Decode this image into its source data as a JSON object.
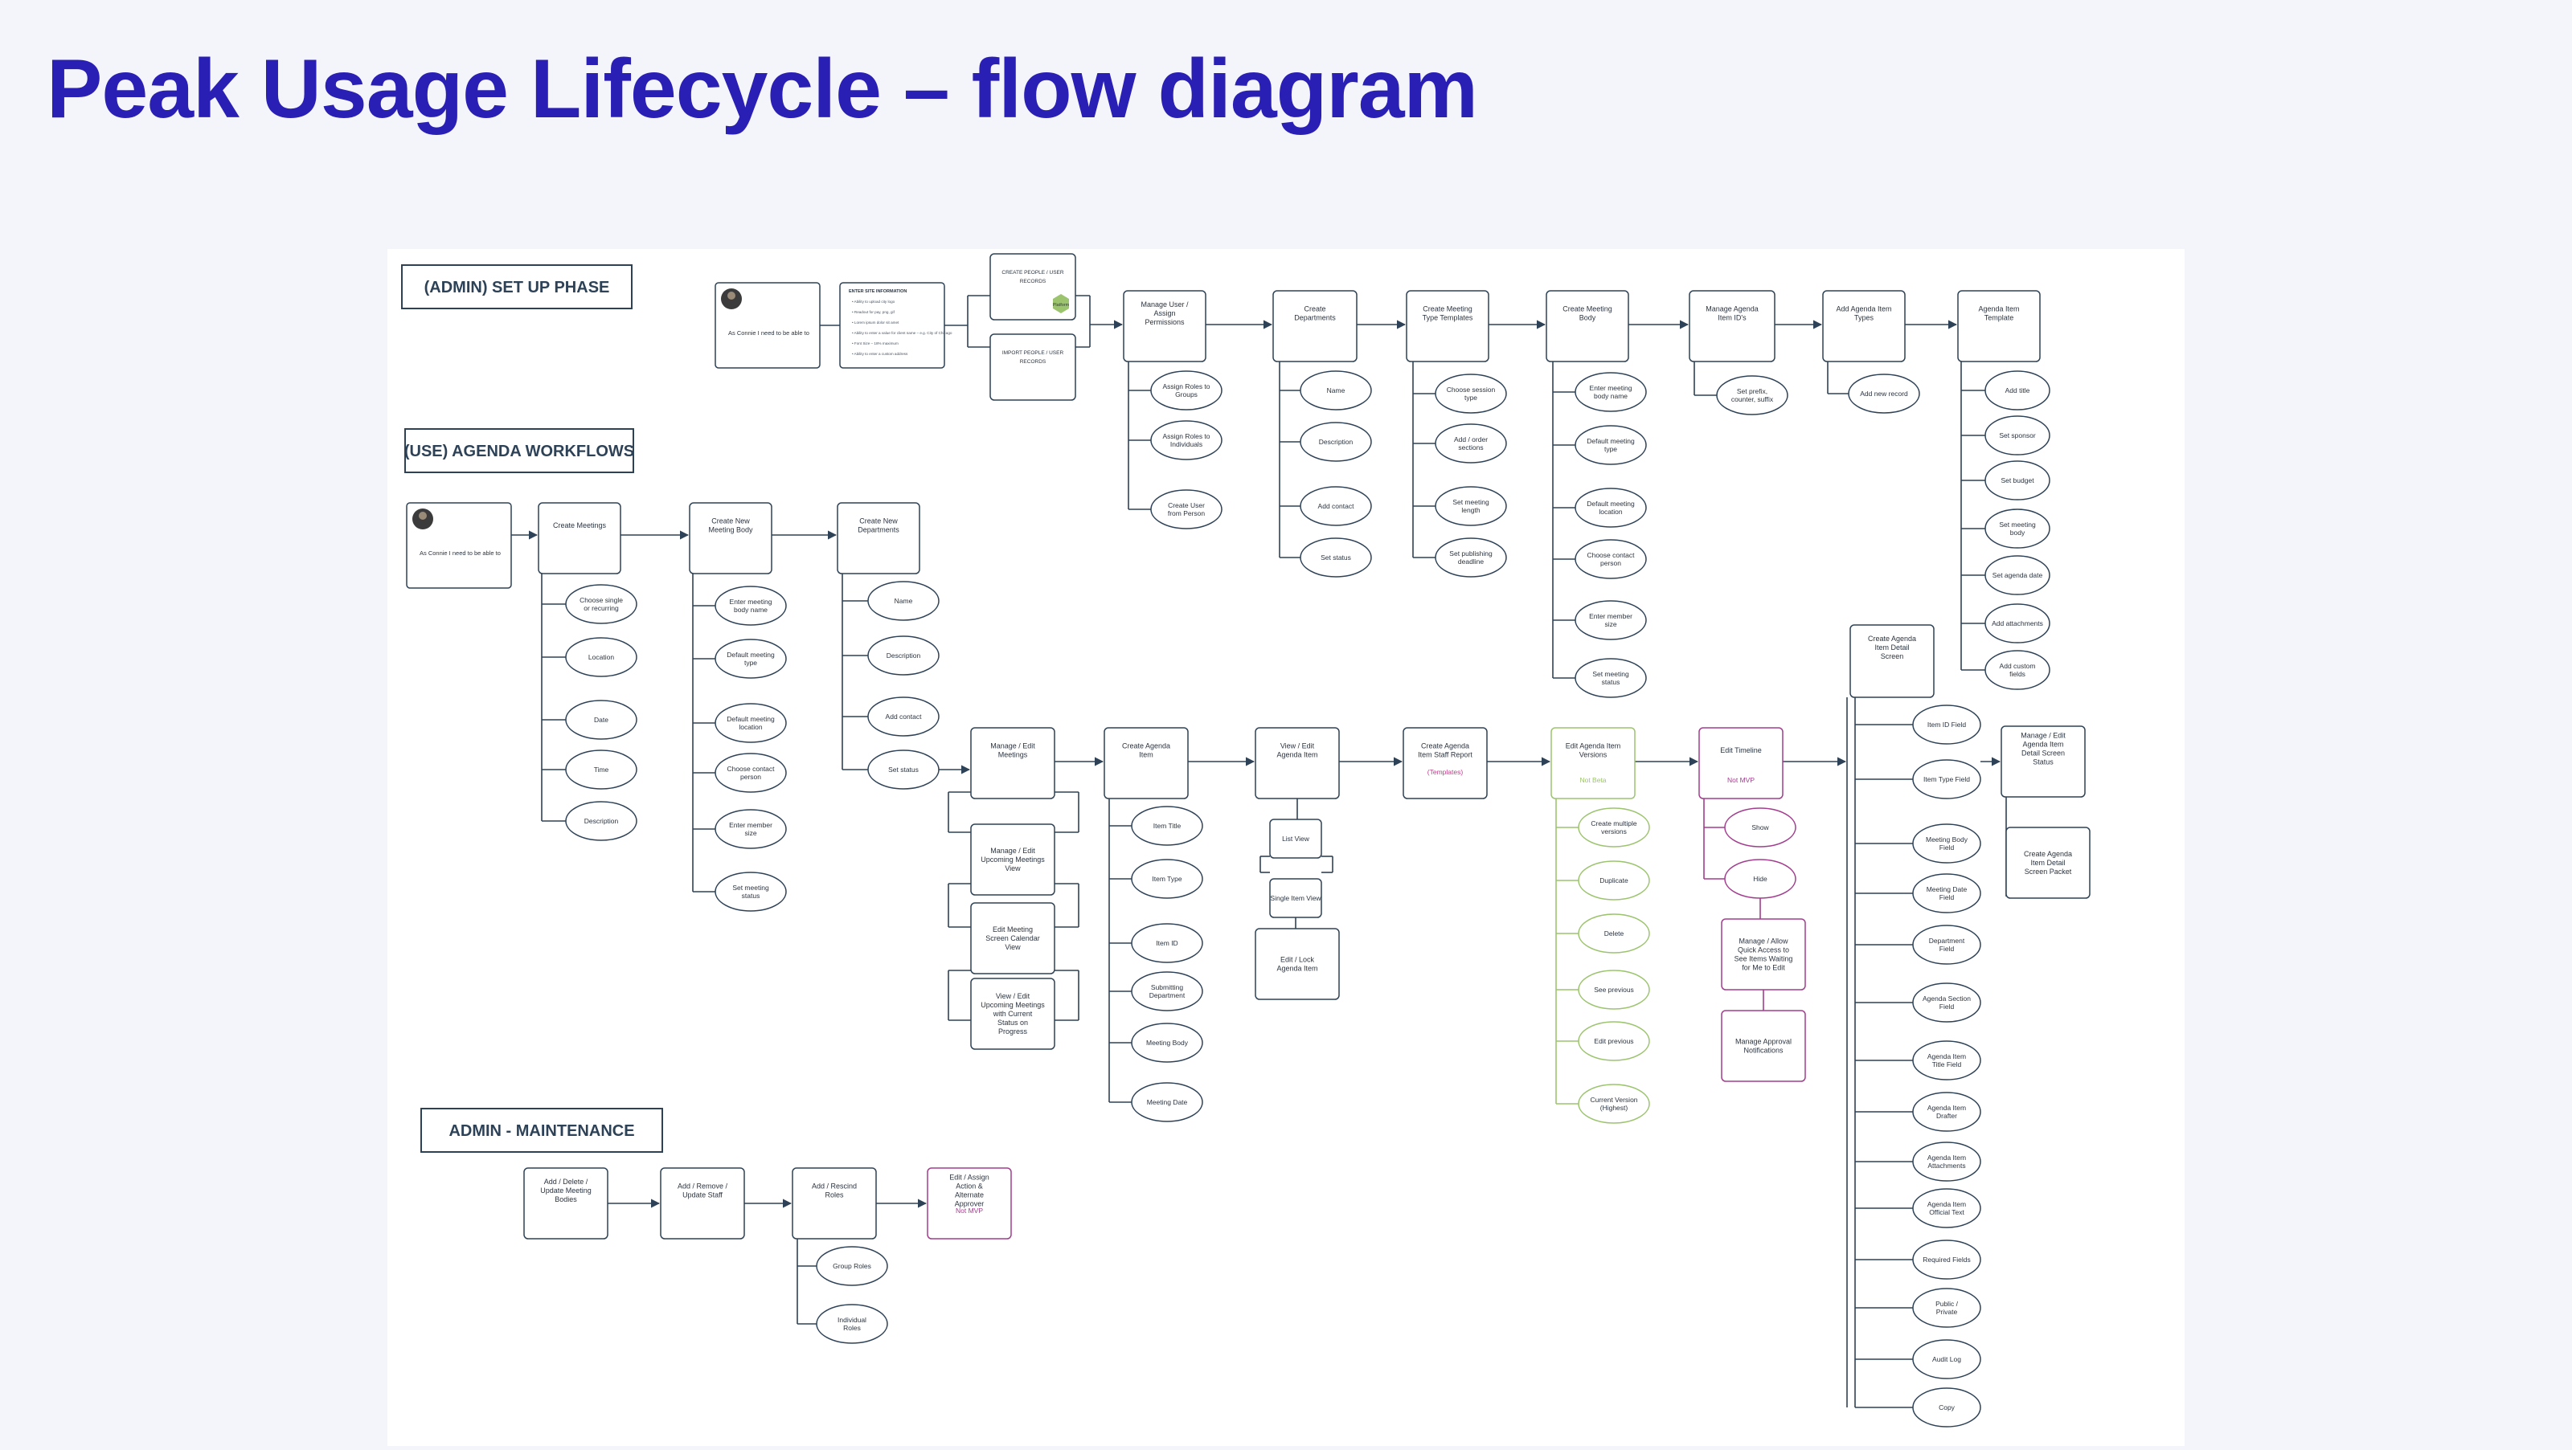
{
  "title": "Peak Usage Lifecycle – flow diagram",
  "colors": {
    "title": "#2a1fb5",
    "line": "#2e4257",
    "bg": "#f4f5fa",
    "green": "#9cc46e",
    "magenta": "#a23d8e"
  },
  "phases": {
    "setup": "(ADMIN) SET UP PHASE",
    "workflows": "(USE) AGENDA WORKFLOWS",
    "maintenance": "ADMIN - MAINTENANCE"
  },
  "persona_text": "As Connie I need to be able to",
  "persona_text_2": "As Connie I need to be able to",
  "info_card": {
    "title": "ENTER SITE INFORMATION",
    "lines": [
      "Ability to upload city logo",
      "Readout for pay, png, gif",
      "Lorem ipsum dolor sit amet",
      "Ability to enter a value for client name – e.g. City of Chicago",
      "Font Size – 18% maximum",
      "Ability to enter a custom address"
    ]
  },
  "people_records": {
    "create": "CREATE PEOPLE / USER RECORDS",
    "import": "IMPORT PEOPLE / USER RECORDS",
    "badge": "Platform"
  },
  "setup_row": [
    {
      "label": "Manage User / Assign Permissions",
      "children": [
        "Assign Roles to Groups",
        "Assign Roles to Individuals",
        "Create User from Person"
      ]
    },
    {
      "label": "Create Departments",
      "children": [
        "Name",
        "Description",
        "Add contact",
        "Set status"
      ]
    },
    {
      "label": "Create Meeting Type Templates",
      "children": [
        "Choose session type",
        "Add / order sections",
        "Set meeting length",
        "Set publishing deadline"
      ]
    },
    {
      "label": "Create Meeting Body",
      "children": [
        "Enter meeting body name",
        "Default meeting type",
        "Default meeting location",
        "Choose contact person",
        "Enter member size",
        "Set meeting status"
      ]
    },
    {
      "label": "Manage Agenda Item ID's",
      "children": [
        "Set prefix, counter, suffix"
      ]
    },
    {
      "label": "Add Agenda Item Types",
      "children": [
        "Add new record"
      ]
    },
    {
      "label": "Agenda Item Template",
      "children": [
        "Add title",
        "Set sponsor",
        "Set budget",
        "Set meeting body",
        "Set agenda date",
        "Add attachments",
        "Add custom fields"
      ]
    }
  ],
  "workflow_row": [
    {
      "label": "Create Meetings",
      "children": [
        "Choose single or recurring",
        "Location",
        "Date",
        "Time",
        "Description"
      ]
    },
    {
      "label": "Create New Meeting Body",
      "children": [
        "Enter meeting body name",
        "Default meeting type",
        "Default meeting location",
        "Choose contact person",
        "Enter member size",
        "Set meeting status"
      ]
    },
    {
      "label": "Create New Departments",
      "children": [
        "Name",
        "Description",
        "Add contact",
        "Set status"
      ]
    }
  ],
  "manage_meetings": {
    "label": "Manage / Edit Meetings",
    "children": [
      "Manage / Edit Upcoming Meetings View",
      "Edit Meeting Screen Calendar View",
      "View / Edit Upcoming Meetings with Current Status on Progress"
    ]
  },
  "create_agenda_item": {
    "label": "Create Agenda Item",
    "children": [
      "Item Title",
      "Item Type",
      "Item ID",
      "Submitting Department",
      "Meeting Body",
      "Meeting Date"
    ]
  },
  "view_edit": {
    "label": "View / Edit Agenda Item",
    "children": [
      "List View",
      "Single Item View",
      "Edit / Lock Agenda Item"
    ]
  },
  "staff_report": {
    "label": "Create Agenda Item Staff Report",
    "note": "(Templates)"
  },
  "versions": {
    "label": "Edit Agenda Item Versions",
    "note": "Not Beta",
    "children": [
      "Create multiple versions",
      "Duplicate",
      "Delete",
      "See previous",
      "Edit previous",
      "Current Version (Highest)"
    ]
  },
  "timeline": {
    "label": "Edit Timeline",
    "note": "Not MVP",
    "children": [
      "Show",
      "Hide"
    ],
    "boxes": [
      "Manage / Allow Quick Access to See Items Waiting for Me to Edit",
      "Manage Approval Notifications"
    ]
  },
  "detail_screen": {
    "label": "Create Agenda Item Detail Screen",
    "children": [
      "Item ID Field",
      "Item Type Field",
      "Meeting Body Field",
      "Meeting Date Field",
      "Department Field",
      "Agenda Section Field",
      "Agenda Item Title Field",
      "Agenda Item Drafter",
      "Agenda Item Attachments",
      "Agenda Item Official Text",
      "Required Fields",
      "Public / Private",
      "Audit Log",
      "Copy"
    ]
  },
  "detail_status": {
    "label": "Manage / Edit Agenda Item Detail Screen Status",
    "packet": "Create Agenda Item Detail Screen Packet"
  },
  "maintenance_row": [
    {
      "label": "Add / Delete / Update Meeting Bodies"
    },
    {
      "label": "Add / Remove / Update Staff"
    },
    {
      "label": "Add / Rescind Roles",
      "children": [
        "Group Roles",
        "Individual Roles"
      ]
    },
    {
      "label": "Edit / Assign Action & Alternate Approver",
      "note": "Not MVP"
    }
  ]
}
